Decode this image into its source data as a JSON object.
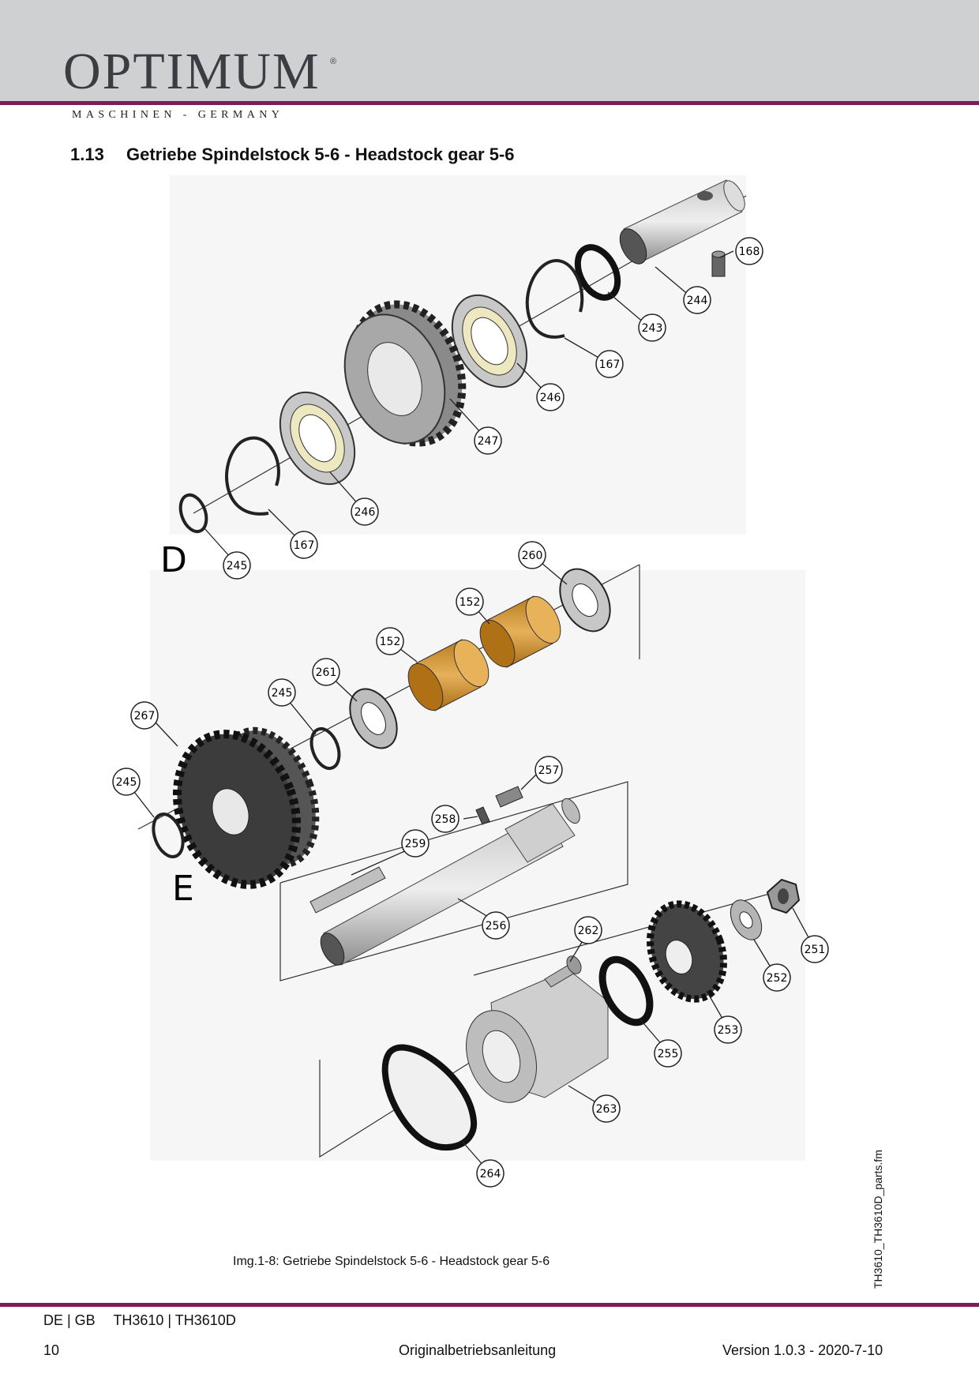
{
  "header": {
    "logo_text": "OPTIMUM",
    "logo_reg": "®",
    "tagline": "MASCHINEN - GERMANY"
  },
  "section": {
    "number": "1.13",
    "title": "Getriebe Spindelstock 5-6 - Headstock gear 5-6"
  },
  "figure": {
    "group_labels": [
      "D",
      "E"
    ],
    "callouts": [
      "168",
      "244",
      "243",
      "167",
      "246",
      "247",
      "246",
      "167",
      "245",
      "260",
      "152",
      "152",
      "261",
      "245",
      "267",
      "245",
      "257",
      "258",
      "259",
      "256",
      "262",
      "251",
      "252",
      "253",
      "255",
      "263",
      "264"
    ]
  },
  "caption": "Img.1-8:   Getriebe Spindelstock 5-6 - Headstock gear 5-6",
  "side_file": "TH3610_TH3610D_parts.fm",
  "footer": {
    "lang": "DE | GB",
    "model": "TH3610  |  TH3610D",
    "page": "10",
    "doc": "Originalbetriebsanleitung",
    "version": "Version 1.0.3 - 2020-7-10"
  },
  "colors": {
    "accent": "#7b1d57",
    "header_band": "#cfd0d2",
    "bushing": "#d49a33"
  }
}
